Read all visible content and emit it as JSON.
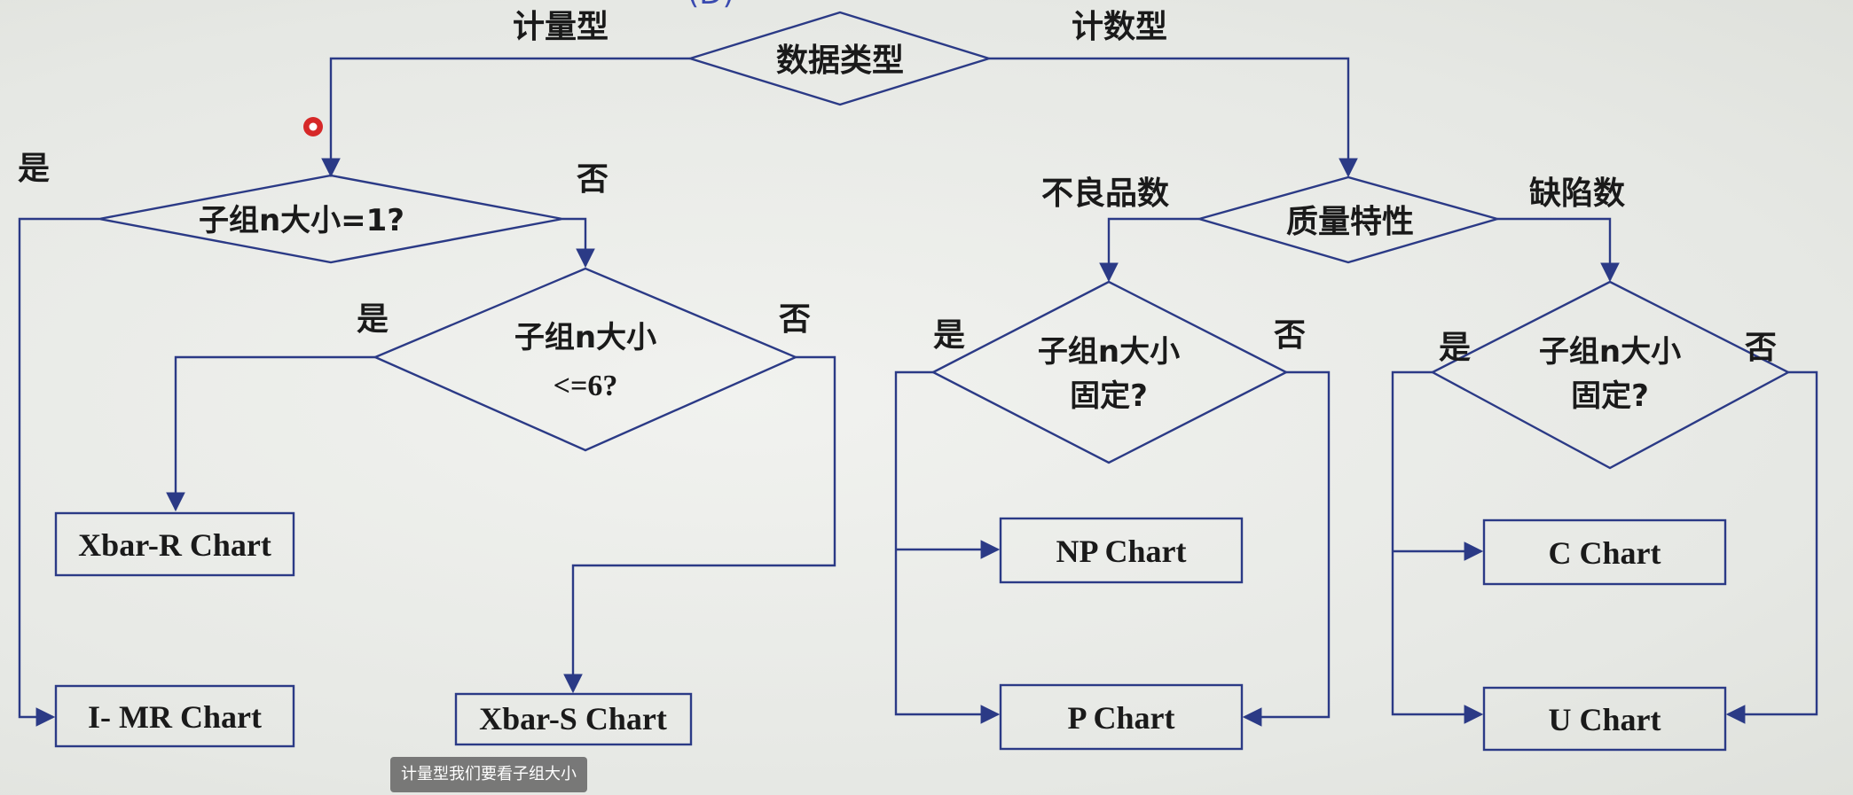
{
  "top_fragment": "(D)",
  "root_decision": {
    "label": "数据类型",
    "left_branch": "计量型",
    "right_branch": "计数型"
  },
  "decision_n1": {
    "label": "子组n大小=1?",
    "yes": "是",
    "no": "否"
  },
  "decision_n6": {
    "line1": "子组n大小",
    "line2": "<=6?",
    "yes": "是",
    "no": "否"
  },
  "decision_quality": {
    "label": "质量特性",
    "left_branch": "不良品数",
    "right_branch": "缺陷数"
  },
  "decision_fixed_left": {
    "line1": "子组n大小",
    "line2": "固定?",
    "yes": "是",
    "no": "否"
  },
  "decision_fixed_right": {
    "line1": "子组n大小",
    "line2": "固定?",
    "yes": "是",
    "no": "否"
  },
  "boxes": {
    "xbar_r": "Xbar-R Chart",
    "i_mr": "I- MR Chart",
    "xbar_s": "Xbar-S Chart",
    "np": "NP Chart",
    "p": "P Chart",
    "c": "C Chart",
    "u": "U Chart"
  },
  "subtitle": "计量型我们要看子组大小",
  "colors": {
    "line": "#2b3a86",
    "text": "#1a1a1a",
    "pointer": "#d62828",
    "subtitle_bg": "#5f5f5f"
  }
}
